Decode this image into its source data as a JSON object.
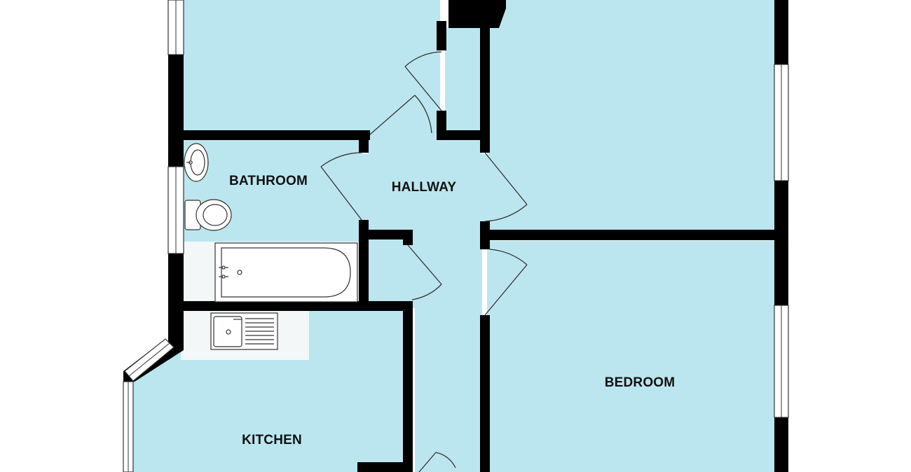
{
  "colors": {
    "floor": "#bce6ef",
    "wall": "#000000",
    "fixture_fill": "#ffffff",
    "fixture_stroke": "#333333",
    "worktop": "#f3f7f8"
  },
  "rooms": {
    "bathroom": {
      "label": "BATHROOM"
    },
    "hallway": {
      "label": "HALLWAY"
    },
    "bedroom": {
      "label": "BEDROOM"
    },
    "kitchen": {
      "label": "KITCHEN"
    }
  },
  "fixtures": [
    "washbasin-icon",
    "toilet-icon",
    "bathtub-icon",
    "kitchen-sink-icon"
  ]
}
